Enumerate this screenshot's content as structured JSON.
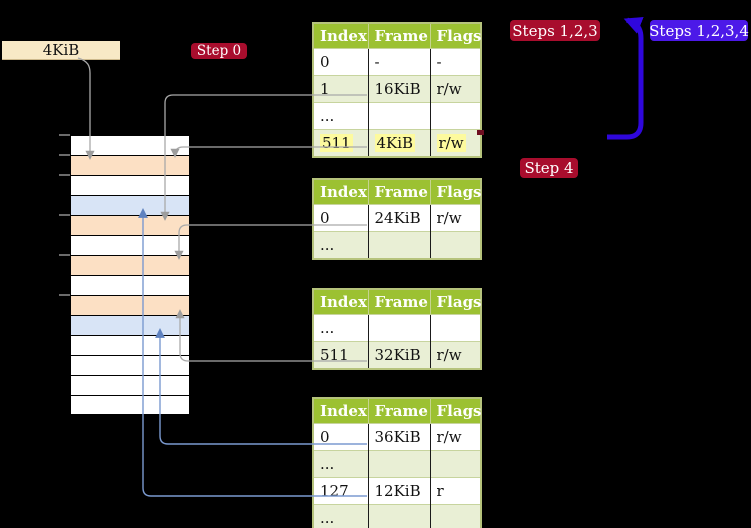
{
  "palette": {
    "background": "#000000",
    "table_header_green": "#9cc132",
    "table_row_alt_green": "#e9efd5",
    "table_border": "#b6c37c",
    "highlight_yellow": "#fdfa9e",
    "badge_red": "#a80d2d",
    "badge_blue": "#4c19e8",
    "big_arrow_blue": "#2f07dc",
    "connector_gray": "#a9a9a9",
    "connector_blue": "#7b9ad0",
    "frame_label_bg": "#f8e9c6",
    "memory_page_table_frame": "#fce0c4",
    "memory_mapped_page": "#d8e4f6"
  },
  "labels": {
    "frame_size": "4KiB",
    "step0": "Step 0",
    "steps123": "Steps 1,2,3",
    "steps1234": "Steps 1,2,3,4",
    "step4": "Step 4"
  },
  "page_tables": [
    {
      "header": {
        "index": "Index",
        "frame": "Frame",
        "flags": "Flags"
      },
      "rows": [
        {
          "cells": [
            "0",
            "-",
            "-"
          ],
          "highlighted": false
        },
        {
          "cells": [
            "1",
            "16KiB",
            "r/w"
          ],
          "highlighted": false
        },
        {
          "cells": [
            "...",
            "",
            ""
          ],
          "highlighted": false
        },
        {
          "cells": [
            "511",
            "4KiB",
            "r/w"
          ],
          "highlighted": true
        }
      ]
    },
    {
      "header": {
        "index": "Index",
        "frame": "Frame",
        "flags": "Flags"
      },
      "rows": [
        {
          "cells": [
            "0",
            "24KiB",
            "r/w"
          ],
          "highlighted": false
        },
        {
          "cells": [
            "...",
            "",
            ""
          ],
          "highlighted": false
        }
      ]
    },
    {
      "header": {
        "index": "Index",
        "frame": "Frame",
        "flags": "Flags"
      },
      "rows": [
        {
          "cells": [
            "...",
            "",
            ""
          ],
          "highlighted": false
        },
        {
          "cells": [
            "511",
            "32KiB",
            "r/w"
          ],
          "highlighted": false
        }
      ]
    },
    {
      "header": {
        "index": "Index",
        "frame": "Frame",
        "flags": "Flags"
      },
      "rows": [
        {
          "cells": [
            "0",
            "36KiB",
            "r/w"
          ],
          "highlighted": false
        },
        {
          "cells": [
            "...",
            "",
            ""
          ],
          "highlighted": false
        },
        {
          "cells": [
            "127",
            "12KiB",
            "r"
          ],
          "highlighted": false
        },
        {
          "cells": [
            "...",
            "",
            ""
          ],
          "highlighted": false
        }
      ]
    }
  ],
  "memory_stack": {
    "rows": [
      "empty",
      "page-table-frame",
      "empty",
      "mapped-page",
      "page-table-frame",
      "empty",
      "page-table-frame",
      "empty",
      "page-table-frame",
      "mapped-page",
      "empty",
      "empty",
      "empty",
      "empty"
    ]
  },
  "connections": [
    {
      "from": "frame-size-label",
      "to": "memory-row-2"
    },
    {
      "from": "table-1-row-1",
      "to": "memory-row-5"
    },
    {
      "from": "table-1-row-511",
      "to": "memory-row-2"
    },
    {
      "from": "table-2-row-0",
      "to": "memory-row-7"
    },
    {
      "from": "table-3-row-511",
      "to": "memory-row-9"
    },
    {
      "from": "table-4-row-0",
      "to": "memory-row-10"
    },
    {
      "from": "table-4-row-127",
      "to": "memory-row-4"
    },
    {
      "from": "steps-1234-loop",
      "to": "table-1-top"
    }
  ]
}
